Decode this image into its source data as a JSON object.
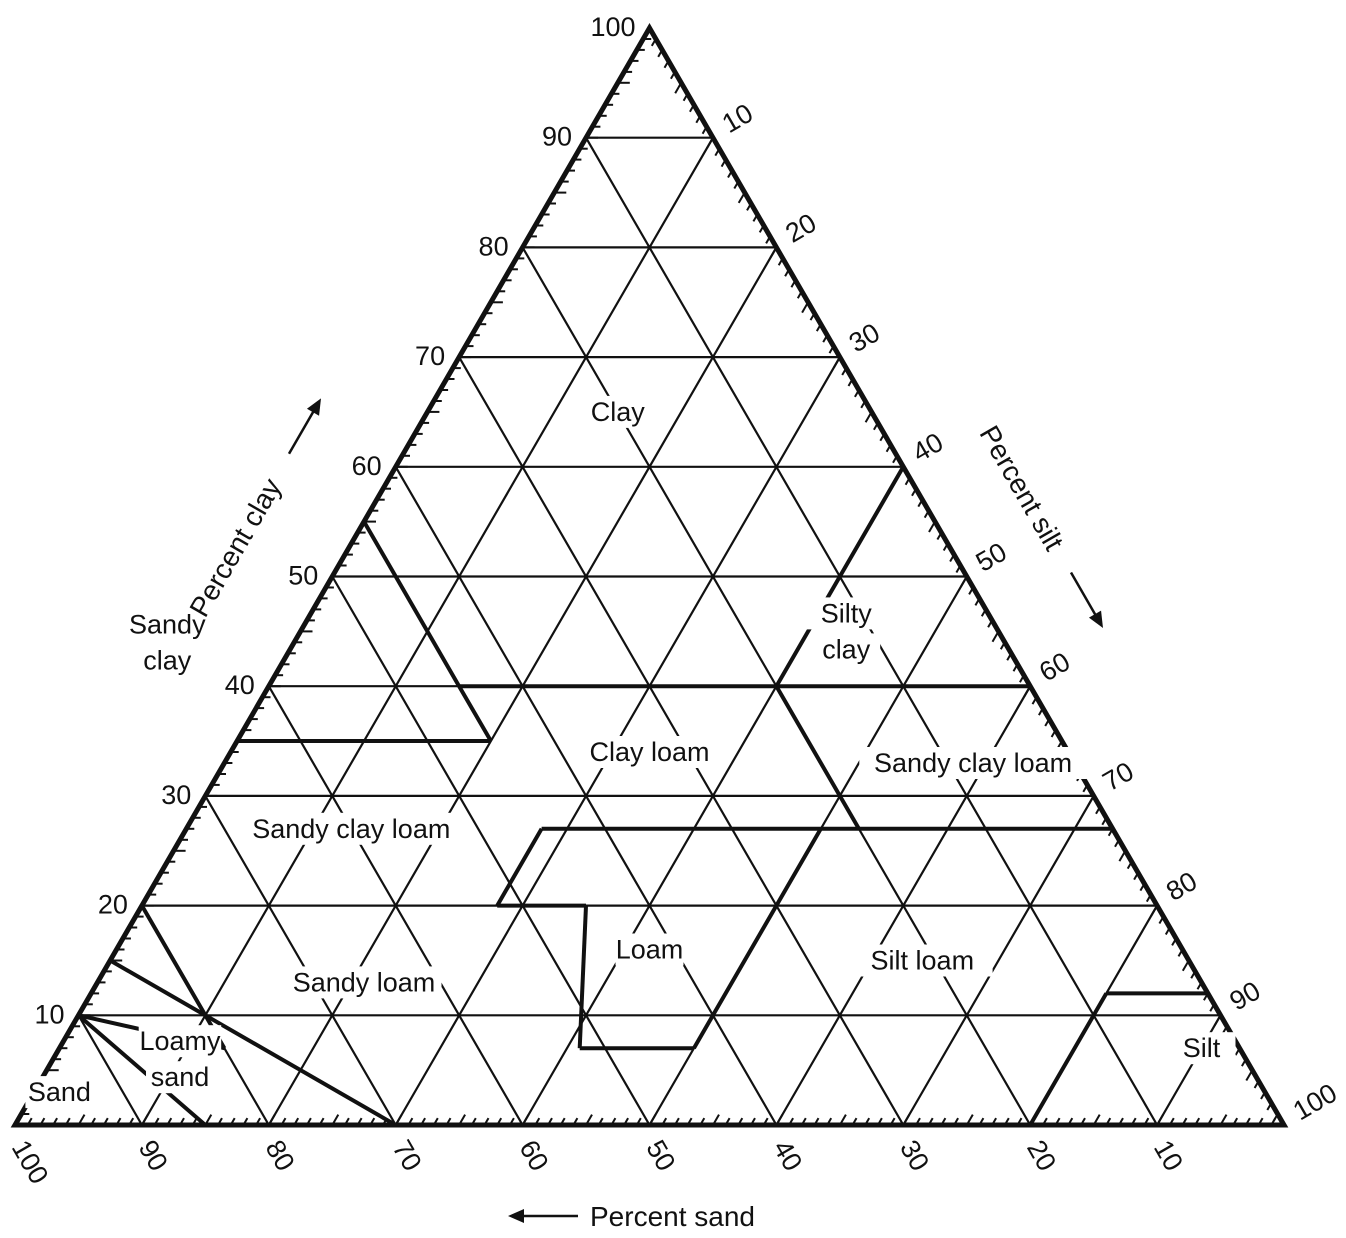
{
  "axes": {
    "clay": {
      "title": "Percent clay",
      "ticks": [
        {
          "v": 10,
          "t": "10"
        },
        {
          "v": 20,
          "t": "20"
        },
        {
          "v": 30,
          "t": "30"
        },
        {
          "v": 40,
          "t": "40"
        },
        {
          "v": 50,
          "t": "50"
        },
        {
          "v": 60,
          "t": "60"
        },
        {
          "v": 70,
          "t": "70"
        },
        {
          "v": 80,
          "t": "80"
        },
        {
          "v": 90,
          "t": "90"
        },
        {
          "v": 100,
          "t": "100"
        }
      ]
    },
    "silt": {
      "title": "Percent silt",
      "ticks": [
        {
          "v": 10,
          "t": "10"
        },
        {
          "v": 20,
          "t": "20"
        },
        {
          "v": 30,
          "t": "30"
        },
        {
          "v": 40,
          "t": "40"
        },
        {
          "v": 50,
          "t": "50"
        },
        {
          "v": 60,
          "t": "60"
        },
        {
          "v": 70,
          "t": "70"
        },
        {
          "v": 80,
          "t": "80"
        },
        {
          "v": 90,
          "t": "90"
        },
        {
          "v": 100,
          "t": "100"
        }
      ]
    },
    "sand": {
      "title": "Percent sand",
      "ticks": [
        {
          "v": 100,
          "t": "100"
        },
        {
          "v": 90,
          "t": "90"
        },
        {
          "v": 80,
          "t": "80"
        },
        {
          "v": 70,
          "t": "70"
        },
        {
          "v": 60,
          "t": "60"
        },
        {
          "v": 50,
          "t": "50"
        },
        {
          "v": 40,
          "t": "40"
        },
        {
          "v": 30,
          "t": "30"
        },
        {
          "v": 20,
          "t": "20"
        },
        {
          "v": 10,
          "t": "10"
        }
      ]
    }
  },
  "regions": [
    {
      "id": "clay",
      "lines": [
        "Clay"
      ],
      "clay": 65,
      "sand": 20
    },
    {
      "id": "sandy-clay",
      "lines": [
        "Sandy",
        "clay"
      ],
      "clay": 44,
      "sand": 66
    },
    {
      "id": "silty-clay",
      "lines": [
        "Silty",
        "clay"
      ],
      "clay": 45,
      "sand": 12
    },
    {
      "id": "clay-loam",
      "lines": [
        "Clay loam"
      ],
      "clay": 34,
      "sand": 33
    },
    {
      "id": "sandy-clay-loam-left",
      "lines": [
        "Sandy clay loam"
      ],
      "clay": 27,
      "sand": 60
    },
    {
      "id": "sandy-clay-loam-right",
      "lines": [
        "Sandy clay loam"
      ],
      "clay": 33,
      "sand": 8
    },
    {
      "id": "loam",
      "lines": [
        "Loam"
      ],
      "clay": 16,
      "sand": 42
    },
    {
      "id": "silt-loam",
      "lines": [
        "Silt loam"
      ],
      "clay": 15,
      "sand": 21
    },
    {
      "id": "sandy-loam",
      "lines": [
        "Sandy loam"
      ],
      "clay": 13,
      "sand": 66
    },
    {
      "id": "loamy-sand",
      "lines": [
        "Loamy",
        "sand"
      ],
      "clay": 6,
      "sand": 84
    },
    {
      "id": "sand",
      "lines": [
        "Sand"
      ],
      "clay": 3,
      "sand": 95
    },
    {
      "id": "silt",
      "lines": [
        "Silt"
      ],
      "clay": 7,
      "sand": 3
    }
  ]
}
